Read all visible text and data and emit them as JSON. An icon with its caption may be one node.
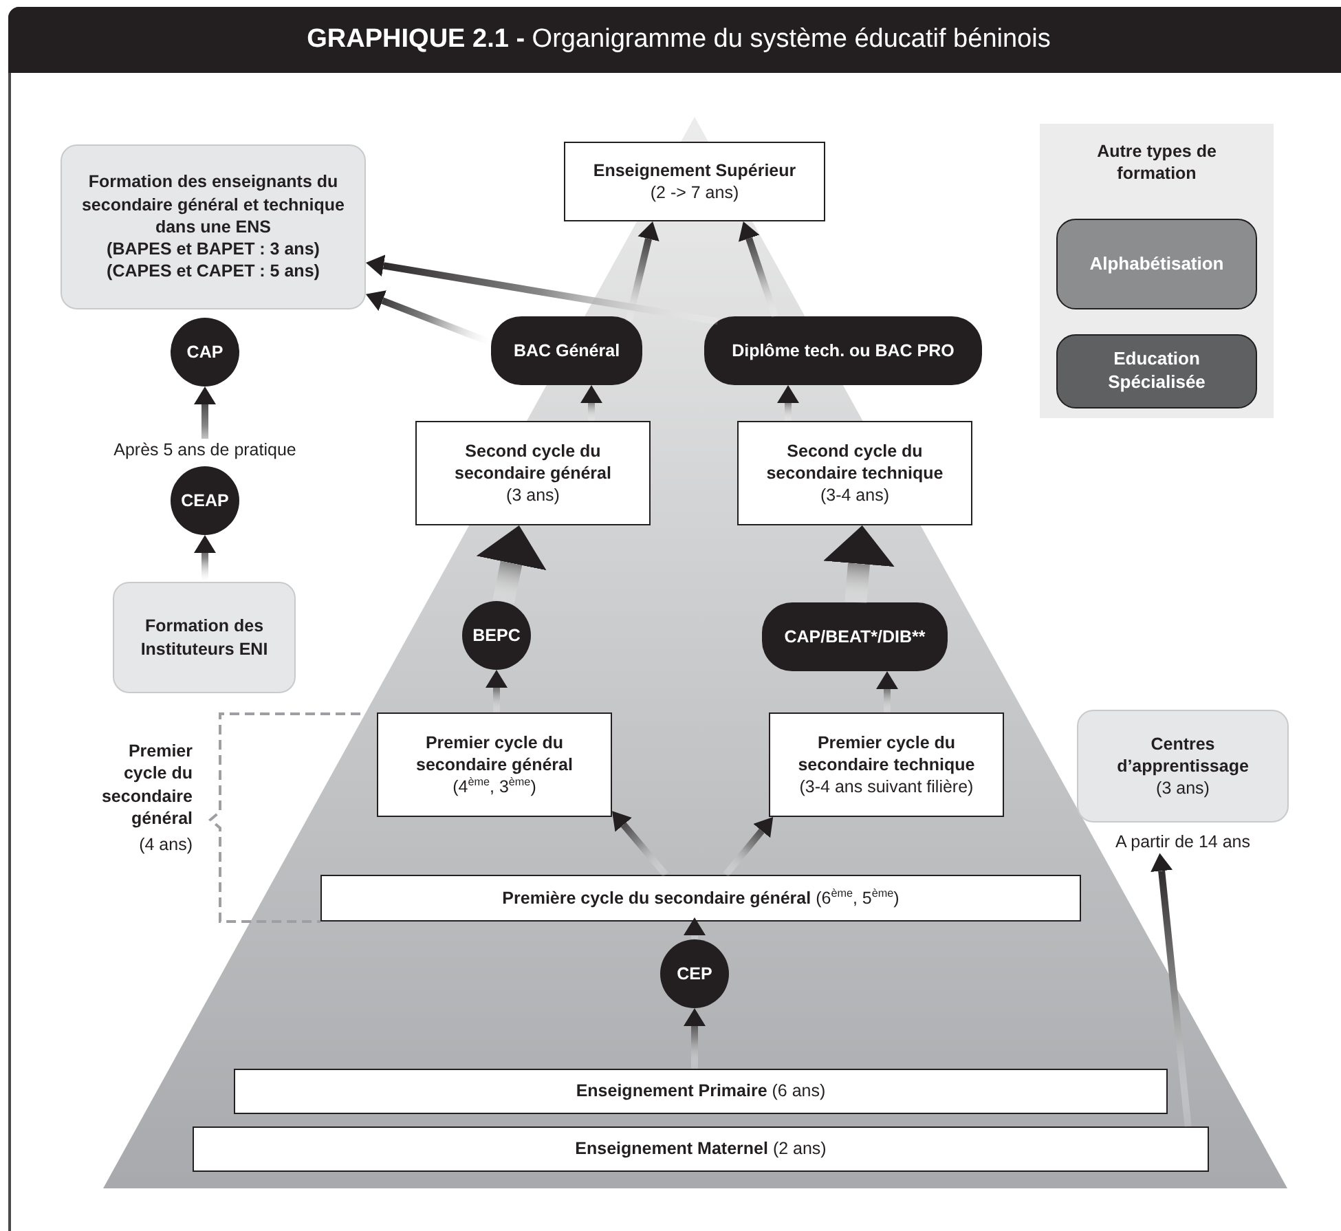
{
  "diagram": {
    "title": "**GRAPHIQUE 2.1 -** Organigramme du système éducatif béninois",
    "nodes": [
      {
        "text": [
          "Enseignement Supérieur",
          "(2 -> 7 ans)"
        ]
      },
      {
        "text": [
          "Formation des enseignants du secondaire général et technique dans une ENS",
          "(BAPES et BAPET : 3 ans)",
          "(CAPES et CAPET : 5 ans)"
        ]
      },
      {
        "text": [
          "Autre types de formation"
        ]
      },
      {
        "text": [
          "Alphabétisation"
        ],
        "in": 2
      },
      {
        "text": [
          "Education Spécialisée"
        ],
        "in": 2
      },
      {
        "text": [
          "CAP"
        ]
      },
      {
        "text": [
          "BAC Général"
        ]
      },
      {
        "text": [
          "Diplôme tech. ou BAC PRO"
        ]
      },
      {
        "text": [
          "Second cycle du secondaire général",
          "(3 ans)"
        ]
      },
      {
        "text": [
          "Second cycle du secondaire technique",
          "(3-4 ans)"
        ]
      },
      {
        "text": [
          "CEAP"
        ]
      },
      {
        "text": [
          "Formation des Instituteurs ENI"
        ]
      },
      {
        "text": [
          "BEPC"
        ]
      },
      {
        "text": [
          "CAP/BEAT*/DIB**"
        ]
      },
      {
        "text": [
          "Premier cycle du secondaire général",
          "(4$^{ème}$, 3$^{ème}$)"
        ]
      },
      {
        "text": [
          "Premier cycle du secondaire technique",
          "(3-4 ans suivant filière)"
        ]
      },
      {
        "text": [
          "Centres d’apprentissage",
          "(3 ans)"
        ],
        "beside": [
          "A partir de 14 ans"
        ]
      },
      {
        "text": [
          "**Première cycle du secondaire général** (6$^{ème}$, 5$^{ème}$)"
        ]
      },
      {
        "text": [
          "CEP"
        ]
      },
      {
        "text": [
          "**Enseignement Primaire** (6 ans)"
        ]
      },
      {
        "text": [
          "**Enseignement Maternel** (2 ans)"
        ]
      }
    ],
    "edges": [
      {
        "from": 6,
        "to": 0,
        "arrow": "to"
      },
      {
        "from": 7,
        "to": 0,
        "arrow": "to"
      },
      {
        "from": 7,
        "to": 1,
        "arrow": "to"
      },
      {
        "from": 6,
        "to": 1,
        "arrow": "to"
      },
      {
        "from": 8,
        "to": 6,
        "arrow": "to"
      },
      {
        "from": 9,
        "to": 7,
        "arrow": "to"
      },
      {
        "from": 12,
        "to": 8,
        "arrow": "to",
        "style": "thick"
      },
      {
        "from": 13,
        "to": 9,
        "arrow": "to",
        "style": "thick"
      },
      {
        "from": 14,
        "to": 12,
        "arrow": "to"
      },
      {
        "from": 15,
        "to": 13,
        "arrow": "to"
      },
      {
        "from": 17,
        "to": 14,
        "arrow": "to"
      },
      {
        "from": 17,
        "to": 15,
        "arrow": "to"
      },
      {
        "from": 18,
        "to": 17,
        "arrow": "to"
      },
      {
        "from": 19,
        "to": 18,
        "arrow": "to"
      },
      {
        "from": 20,
        "to": 16,
        "arrow": "to"
      },
      {
        "from": 11,
        "to": 10,
        "arrow": "to"
      },
      {
        "from": 10,
        "to": 5,
        "arrow": "to",
        "label": "Après 5 ans de pratique"
      }
    ],
    "labels": [
      "Premier cycle du secondaire général",
      "(4 ans)"
    ]
  }
}
